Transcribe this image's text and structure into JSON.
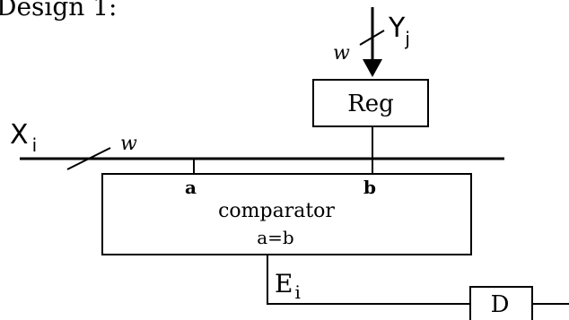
{
  "header_fragment": "Design 1:",
  "inputs": {
    "x": {
      "name": "X",
      "sub": "i"
    },
    "y": {
      "name": "Y",
      "sub": "j"
    },
    "width_label": "w"
  },
  "register": {
    "label": "Reg"
  },
  "comparator": {
    "title": "comparator",
    "function": "a=b",
    "port_a": "a",
    "port_b": "b"
  },
  "output": {
    "name": "E",
    "sub": "i"
  },
  "delay": {
    "label": "D"
  }
}
